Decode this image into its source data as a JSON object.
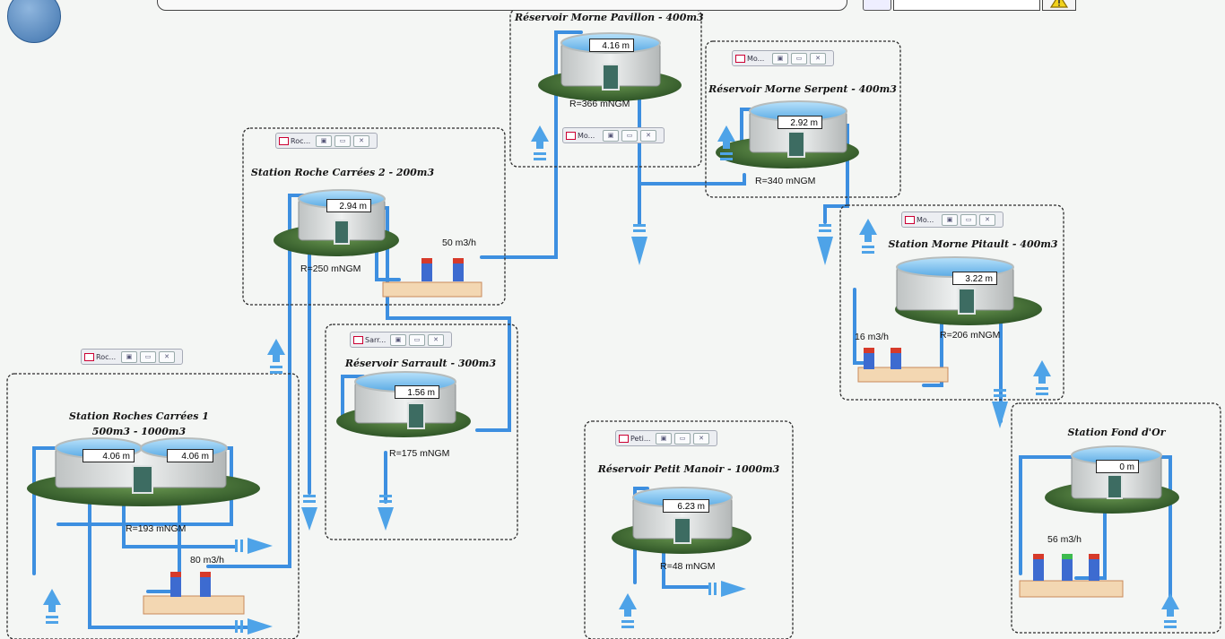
{
  "stations": [
    {
      "id": "pavillon",
      "title": "Réservoir Morne Pavillon - 400m3",
      "level": "4.16 m",
      "r": "R=366 mNGM"
    },
    {
      "id": "serpent",
      "title": "Réservoir Morne Serpent - 400m3",
      "level": "2.92 m",
      "r": "R=340 mNGM"
    },
    {
      "id": "rc2",
      "title": "Station Roche Carrées 2 - 200m3",
      "level": "2.94 m",
      "r": "R=250 mNGM",
      "flow": "50 m3/h"
    },
    {
      "id": "pitault",
      "title": "Station Morne Pitault - 400m3",
      "level": "3.22 m",
      "r": "R=206 mNGM",
      "flow": "16 m3/h"
    },
    {
      "id": "sarrault",
      "title": "Réservoir Sarrault - 300m3",
      "level": "1.56 m",
      "r": "R=175 mNGM"
    },
    {
      "id": "rc1",
      "title": "Station Roches Carrées 1",
      "subtitle": "500m3 - 1000m3",
      "level": "4.06 m",
      "level2": "4.06 m",
      "r": "R=193 mNGM",
      "flow": "80 m3/h"
    },
    {
      "id": "manoir",
      "title": "Réservoir Petit Manoir - 1000m3",
      "level": "6.23 m",
      "r": "R=48 mNGM"
    },
    {
      "id": "fondor",
      "title": "Station Fond d'Or",
      "level": "0 m",
      "flow": "56 m3/h"
    }
  ],
  "mini_windows": [
    {
      "id": "w-pavillon",
      "label": "Mo..."
    },
    {
      "id": "w-serpent",
      "label": "Mo..."
    },
    {
      "id": "w-rc2",
      "label": "Roc..."
    },
    {
      "id": "w-pitault",
      "label": "Mo..."
    },
    {
      "id": "w-sarrault",
      "label": "Sarr..."
    },
    {
      "id": "w-rc1",
      "label": "Roc..."
    },
    {
      "id": "w-manoir",
      "label": "Peti..."
    }
  ],
  "colors": {
    "pipe": "#3d8fe0",
    "water": "#7cc0f2",
    "grass": "#3f6d35",
    "building": "#d9dcdc",
    "door": "#3d6c62",
    "box_border": "#2b2b2b",
    "background": "#f4f6f4",
    "warning": "#f1d21c"
  },
  "icons": [
    "up-arrow-icon",
    "down-arrow-icon",
    "right-arrow-icon",
    "pump-icon",
    "warning-icon",
    "edit-icon",
    "logo-icon"
  ]
}
